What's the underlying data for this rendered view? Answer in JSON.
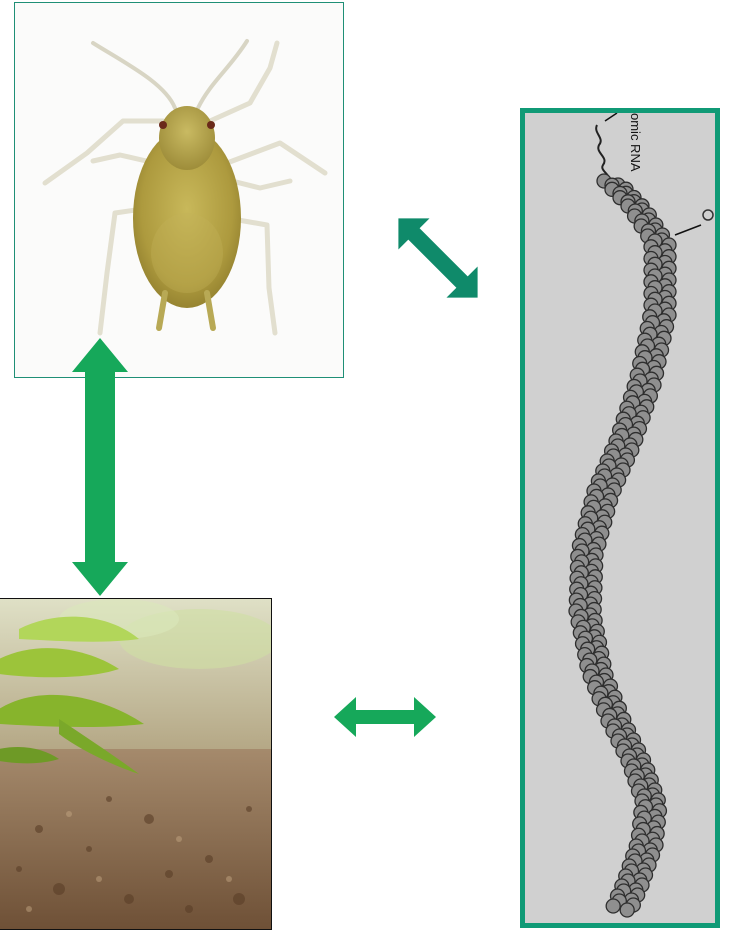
{
  "virus_panel": {
    "label": "omic RNA"
  },
  "colors": {
    "arrow_green": "#16a85a",
    "arrow_teal": "#0f8a6a",
    "panel_border_teal": "#109a76",
    "virus_background": "#d0d0d0",
    "aphid_body": "#b6a64a",
    "soil": "#8a6a4c",
    "leaf_green": "#8dbb2e"
  },
  "images": {
    "aphid": "aphid-photo",
    "plant": "seedling-in-soil-photo",
    "virus": "filamentous-virus-particle-diagram"
  }
}
